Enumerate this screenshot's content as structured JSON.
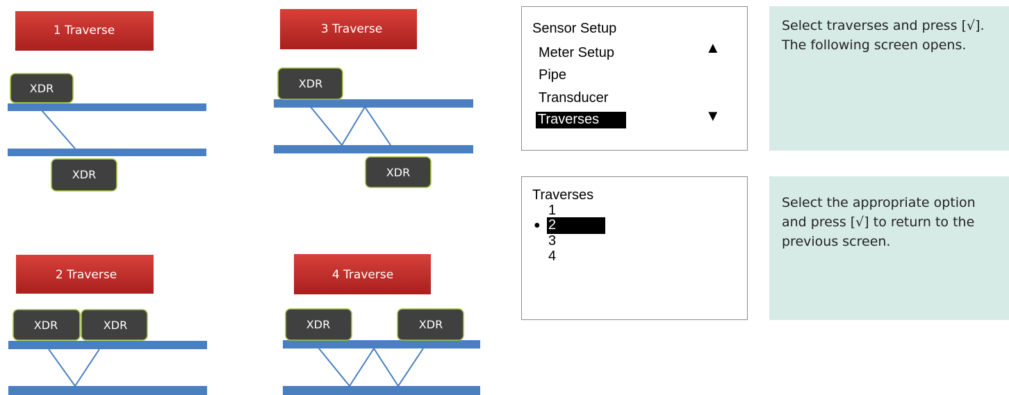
{
  "diagrams": {
    "one_traverse": {
      "title": "1 Traverse",
      "xdr_top": "XDR",
      "xdr_bottom": "XDR"
    },
    "three_traverse": {
      "title": "3 Traverse",
      "xdr_top": "XDR",
      "xdr_bottom": "XDR"
    },
    "two_traverse": {
      "title": "2 Traverse",
      "xdr_left": "XDR",
      "xdr_right": "XDR"
    },
    "four_traverse": {
      "title": "4 Traverse",
      "xdr_left": "XDR",
      "xdr_right": "XDR"
    }
  },
  "colors": {
    "pipe": "#4a7fc1",
    "banner": "#c0302b",
    "xdr_fill": "#404040",
    "xdr_border": "#a8c63a",
    "note_bg": "#d6ebe6"
  },
  "menu_screen": {
    "title": "Sensor Setup",
    "items": [
      "Meter Setup",
      "Pipe",
      "Transducer",
      "Traverses"
    ],
    "selected": "Traverses",
    "up_arrow": "▲",
    "down_arrow": "▼"
  },
  "traverse_screen": {
    "title": "Traverses",
    "options": [
      "1",
      "2",
      "3",
      "4"
    ],
    "selected": "2",
    "bullet": "●"
  },
  "notes": {
    "first": "Select traverses and press [√]. The following screen opens.",
    "second": "Select the appropriate option and press [√] to return to the previous screen."
  }
}
